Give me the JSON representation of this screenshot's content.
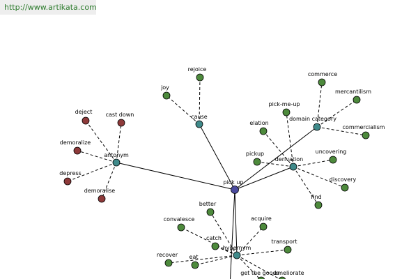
{
  "header": {
    "url_text": "http://www.artikata.com"
  },
  "colors": {
    "center": "#4b4b9e",
    "relation": "#3f8a8a",
    "word_green": "#4d8a3c",
    "word_red": "#8e3a3a",
    "url_bar_bg": "#eeeeee",
    "url_text": "#2a7a2a"
  },
  "graph": {
    "center": {
      "id": "pick_up",
      "label": "pick up"
    },
    "relations": [
      {
        "id": "antonym",
        "label": "antonym"
      },
      {
        "id": "cause",
        "label": "cause"
      },
      {
        "id": "derivation",
        "label": "derivation"
      },
      {
        "id": "domain_category",
        "label": "domain category"
      },
      {
        "id": "hypernym",
        "label": "hypernym"
      }
    ],
    "words": [
      {
        "id": "deject",
        "label": "deject",
        "relation": "antonym",
        "color": "word_red"
      },
      {
        "id": "cast_down",
        "label": "cast down",
        "relation": "antonym",
        "color": "word_red"
      },
      {
        "id": "demoralize",
        "label": "demoralize",
        "relation": "antonym",
        "color": "word_red"
      },
      {
        "id": "depress",
        "label": "depress",
        "relation": "antonym",
        "color": "word_red"
      },
      {
        "id": "demoralise",
        "label": "demoralise",
        "relation": "antonym",
        "color": "word_red"
      },
      {
        "id": "rejoice",
        "label": "rejoice",
        "relation": "cause",
        "color": "word_green"
      },
      {
        "id": "joy",
        "label": "joy",
        "relation": "cause",
        "color": "word_green"
      },
      {
        "id": "commerce",
        "label": "commerce",
        "relation": "domain_category",
        "color": "word_green"
      },
      {
        "id": "mercantilism",
        "label": "mercantilism",
        "relation": "domain_category",
        "color": "word_green"
      },
      {
        "id": "commercialism",
        "label": "commercialism",
        "relation": "domain_category",
        "color": "word_green"
      },
      {
        "id": "pick_me_up",
        "label": "pick-me-up",
        "relation": "derivation",
        "color": "word_green"
      },
      {
        "id": "elation",
        "label": "elation",
        "relation": "derivation",
        "color": "word_green"
      },
      {
        "id": "pickup",
        "label": "pickup",
        "relation": "derivation",
        "color": "word_green"
      },
      {
        "id": "uncovering",
        "label": "uncovering",
        "relation": "derivation",
        "color": "word_green"
      },
      {
        "id": "discovery",
        "label": "discovery",
        "relation": "derivation",
        "color": "word_green"
      },
      {
        "id": "find",
        "label": "find",
        "relation": "derivation",
        "color": "word_green"
      },
      {
        "id": "better",
        "label": "better",
        "relation": "hypernym",
        "color": "word_green"
      },
      {
        "id": "acquire",
        "label": "acquire",
        "relation": "hypernym",
        "color": "word_green"
      },
      {
        "id": "convalesce",
        "label": "convalesce",
        "relation": "hypernym",
        "color": "word_green"
      },
      {
        "id": "catch",
        "label": "catch",
        "relation": "hypernym",
        "color": "word_green"
      },
      {
        "id": "transport",
        "label": "transport",
        "relation": "hypernym",
        "color": "word_green"
      },
      {
        "id": "recover",
        "label": "recover",
        "relation": "hypernym",
        "color": "word_green"
      },
      {
        "id": "eat",
        "label": "eat",
        "relation": "hypernym",
        "color": "word_green"
      },
      {
        "id": "get_the_goods",
        "label": "get the goods",
        "relation": "hypernym",
        "color": "word_green"
      },
      {
        "id": "ameliorate",
        "label": "ameliorate",
        "relation": "hypernym",
        "color": "word_green"
      }
    ]
  }
}
